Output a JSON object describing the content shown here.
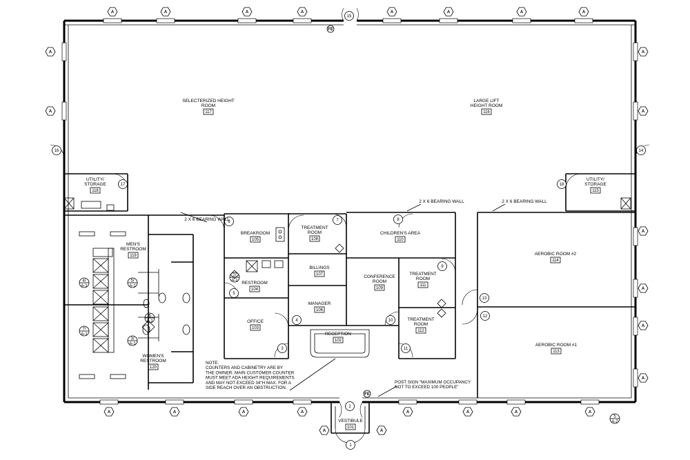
{
  "rooms": [
    {
      "name": "SELECTERIZED HEIGHT ROOM",
      "number": "117"
    },
    {
      "name": "LARGE LIFT HEIGHT ROOM",
      "number": "116"
    },
    {
      "name": "UTILITY/ STORAGE",
      "number": "118"
    },
    {
      "name": "UTILITY/ STORAGE",
      "number": "115"
    },
    {
      "name": "MEN'S RESTROOM",
      "number": "119"
    },
    {
      "name": "WOMEN'S RESTROOM",
      "number": "120"
    },
    {
      "name": "BREAKROOM",
      "number": "105"
    },
    {
      "name": "RESTROOM",
      "number": "104"
    },
    {
      "name": "OFFICE",
      "number": "103"
    },
    {
      "name": "TREATMENT ROOM",
      "number": "108"
    },
    {
      "name": "BILLINGS",
      "number": "107"
    },
    {
      "name": "MANAGER",
      "number": "106"
    },
    {
      "name": "RECEPTION",
      "number": "102"
    },
    {
      "name": "CHILDREN'S AREA",
      "number": "110"
    },
    {
      "name": "CONFERENCE ROOM",
      "number": "109"
    },
    {
      "name": "TREATMENT ROOM",
      "number": "111"
    },
    {
      "name": "TREATMENT ROOM",
      "number": "112"
    },
    {
      "name": "AEROBIC ROOM #2",
      "number": "114"
    },
    {
      "name": "AEROBIC ROOM #1",
      "number": "113"
    },
    {
      "name": "VESTIBULE",
      "number": "101"
    }
  ],
  "door_tags": [
    "1",
    "2",
    "3",
    "4",
    "5",
    "6",
    "7",
    "8",
    "9",
    "10",
    "11",
    "12",
    "13",
    "14",
    "15",
    "16",
    "17",
    "18"
  ],
  "window_tag": "A",
  "fe_tag": "FE",
  "bearing_wall_label": "2 X 6 BEARING WALL",
  "notes": {
    "lines": [
      "NOTE:",
      "COUNTERS AND CABINETRY ARE BY",
      "THE OWNER. MAIN CUSTOMER COUNTER",
      "MUST MEET ADA HEIGHT REQUIREMENTS",
      "AND MAY NOT EXCEED 34\"H MAX. FOR A",
      "SIDE REACH OVER AN OBSTRUCTION."
    ]
  },
  "occupancy_sign": [
    "POST SIGN \"MAXIMUM OCCUPANCY",
    "NOT TO EXCEED 100 PEOPLE\""
  ],
  "elevation_tags": [
    {
      "top": "5/",
      "bottom": "A-1"
    },
    {
      "top": "4/",
      "bottom": "A-1"
    },
    {
      "top": "3/",
      "bottom": "A-1"
    },
    {
      "top": "7/",
      "bottom": "A-1"
    },
    {
      "top": "6",
      "bottom": "A-1"
    },
    {
      "top": "2/",
      "bottom": "A-1"
    },
    {
      "top": "5",
      "bottom": "A-2"
    }
  ]
}
